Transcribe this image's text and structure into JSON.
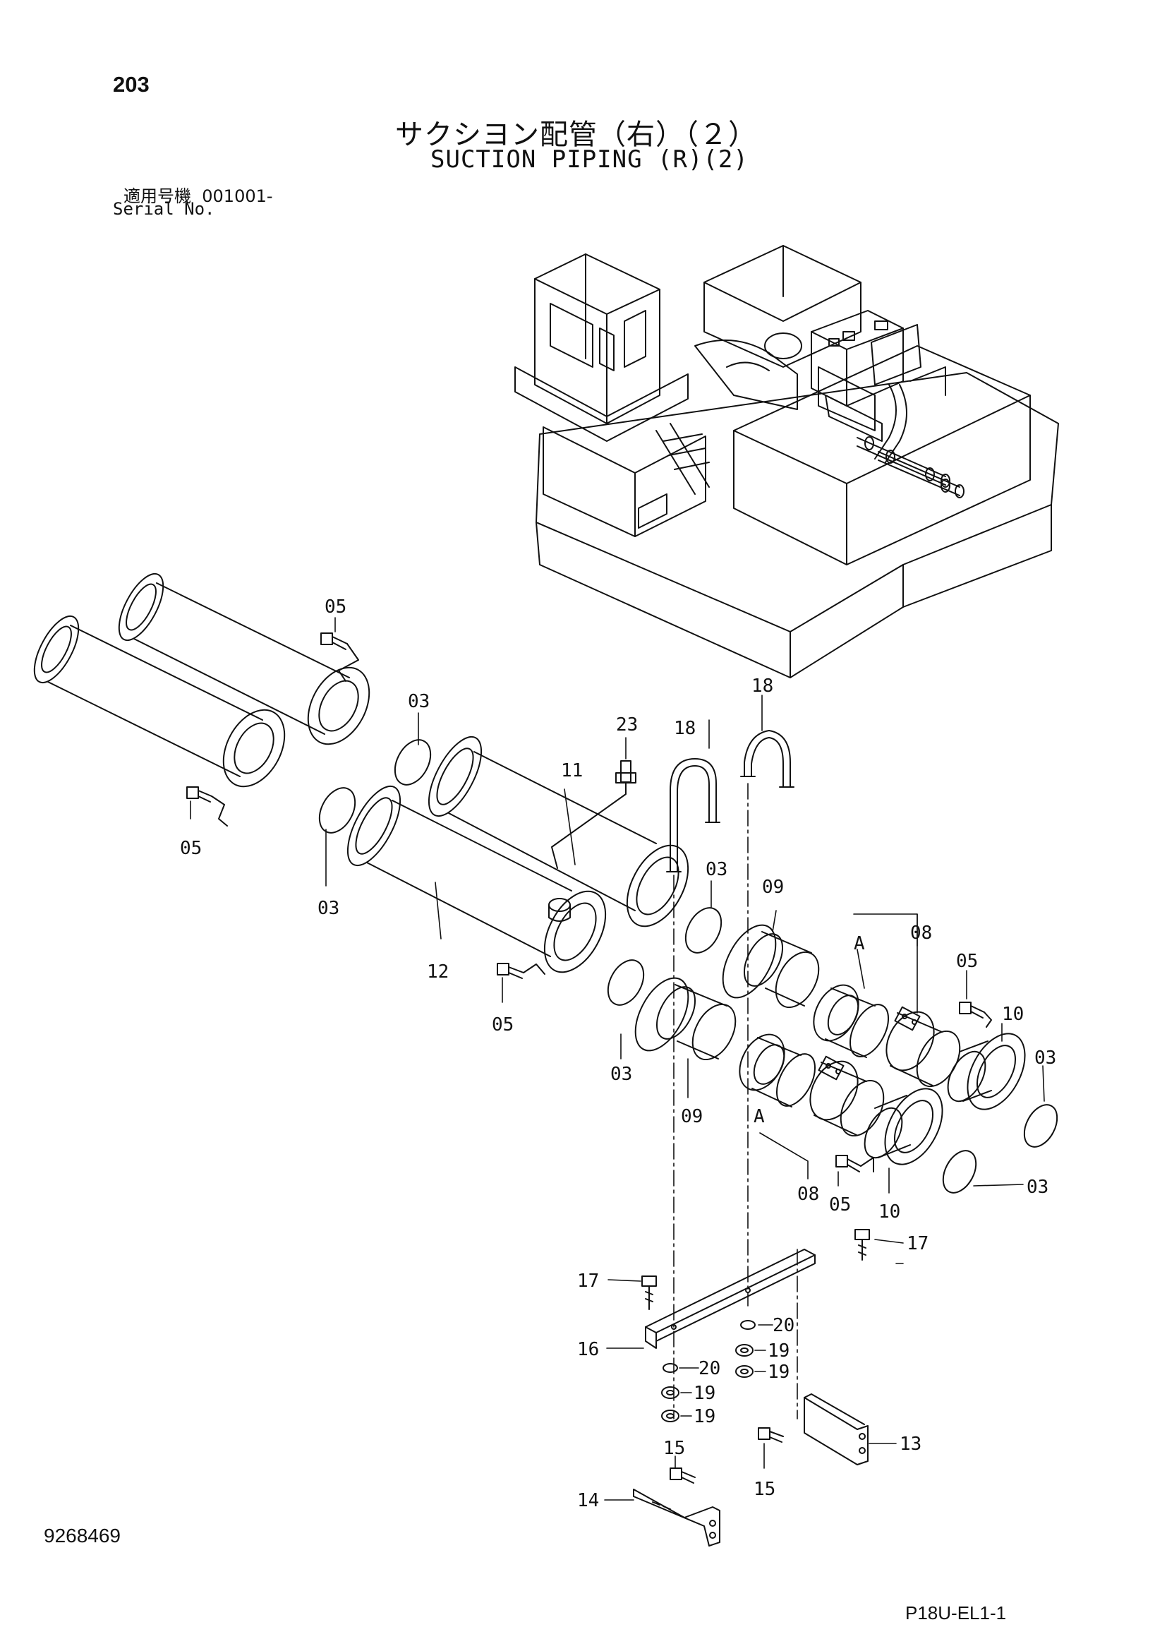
{
  "page_number": "203",
  "title_jp": "サクシヨン配管（右）（２）",
  "title_en": "SUCTION PIPING (R)(2)",
  "serial_label_jp": "適用号機",
  "serial_label_en": "Serial No.",
  "serial_value": "001001-",
  "doc_number": "9268469",
  "sheet_code": "P18U-EL1-1",
  "callouts": {
    "c05a": "05",
    "c05b": "05",
    "c05c": "05",
    "c05d": "05",
    "c05e": "05",
    "c03a": "03",
    "c03b": "03",
    "c03c": "03",
    "c03d": "03",
    "c03e": "03",
    "c03f": "03",
    "c23": "23",
    "c11": "11",
    "c12": "12",
    "c18a": "18",
    "c18b": "18",
    "c09a": "09",
    "c09b": "09",
    "c08a": "08",
    "c08b": "08",
    "c10a": "10",
    "c10b": "10",
    "cAa": "A",
    "cAb": "A",
    "c17a": "17",
    "c17b": "17",
    "c16": "16",
    "c20a": "20",
    "c20b": "20",
    "c19a": "19",
    "c19b": "19",
    "c19c": "19",
    "c19d": "19",
    "c15a": "15",
    "c15b": "15",
    "c13": "13",
    "c14": "14"
  }
}
